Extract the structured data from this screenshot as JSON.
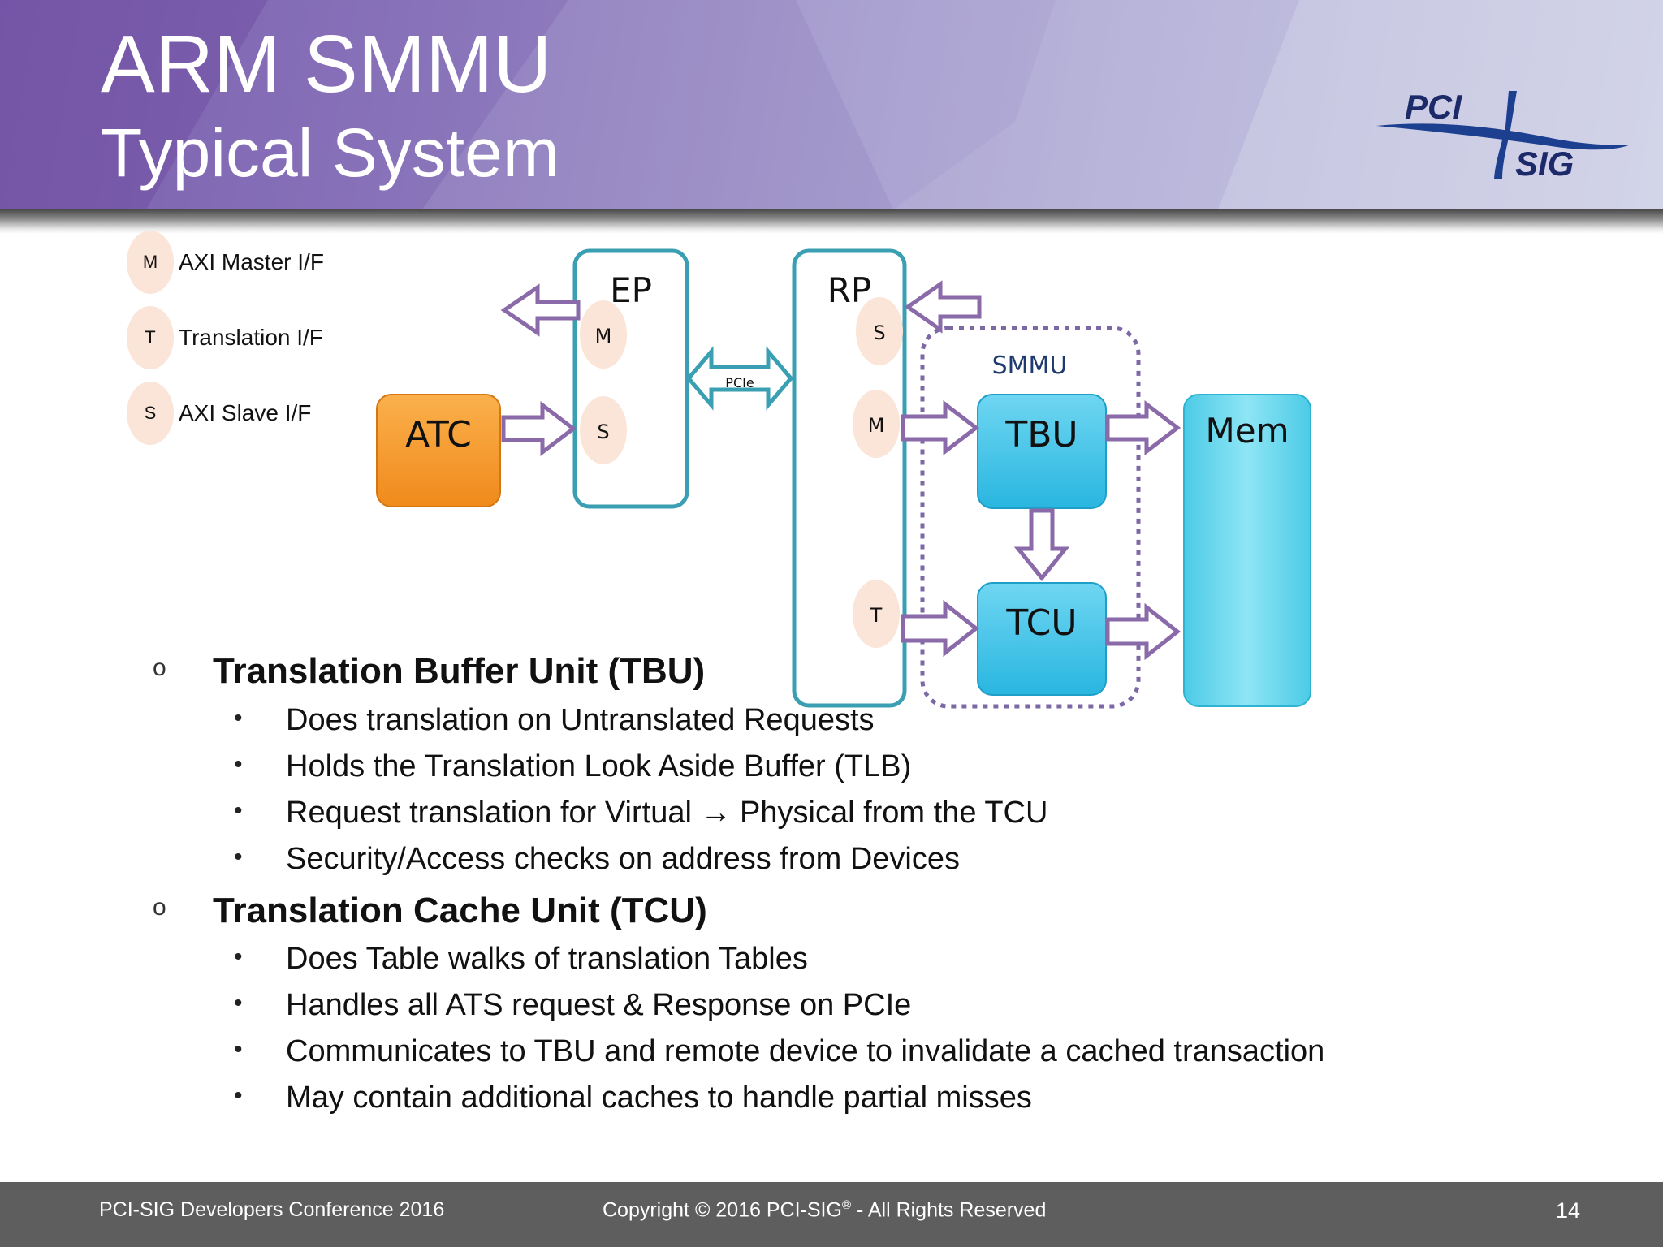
{
  "header": {
    "title": "ARM SMMU",
    "subtitle": "Typical System",
    "logo": {
      "top": "PCI",
      "bottom": "SIG"
    }
  },
  "legend": [
    {
      "badge": "M",
      "label": "AXI Master I/F"
    },
    {
      "badge": "T",
      "label": "Translation I/F"
    },
    {
      "badge": "S",
      "label": "AXI Slave I/F"
    }
  ],
  "diagram": {
    "atc": "ATC",
    "ep": {
      "label": "EP",
      "ports": [
        "M",
        "S"
      ]
    },
    "rp": {
      "label": "RP",
      "ports": [
        "S",
        "M",
        "T"
      ]
    },
    "link": "PCIe",
    "smmu": "SMMU",
    "tbu": "TBU",
    "tcu": "TCU",
    "mem": "Mem",
    "colors": {
      "atc": "#f59a2c",
      "unit": "#3fc4e6",
      "mem": "#58d6ee",
      "box_border": "#3a9fb2",
      "arrow": "#8a6aa8",
      "port": "#fbe4d8"
    }
  },
  "bullets": [
    {
      "marker": "o",
      "heading": "Translation Buffer Unit (TBU)",
      "items": [
        "Does translation on Untranslated Requests",
        "Holds the Translation Look Aside Buffer (TLB)",
        "Request translation for Virtual → Physical from the TCU",
        "Security/Access checks on address from Devices"
      ]
    },
    {
      "marker": "o",
      "heading": "Translation Cache Unit (TCU)",
      "items": [
        "Does Table walks of translation Tables",
        "Handles all ATS request & Response on PCIe",
        "Communicates to TBU and remote device to invalidate a cached transaction",
        "May contain additional caches to handle partial misses"
      ]
    }
  ],
  "bullet_marker": "•",
  "footer": {
    "left": "PCI-SIG Developers Conference 2016",
    "center_prefix": "Copyright © 2016 PCI-SIG",
    "center_sup": "®",
    "center_suffix": " - All Rights Reserved",
    "page": "14"
  }
}
